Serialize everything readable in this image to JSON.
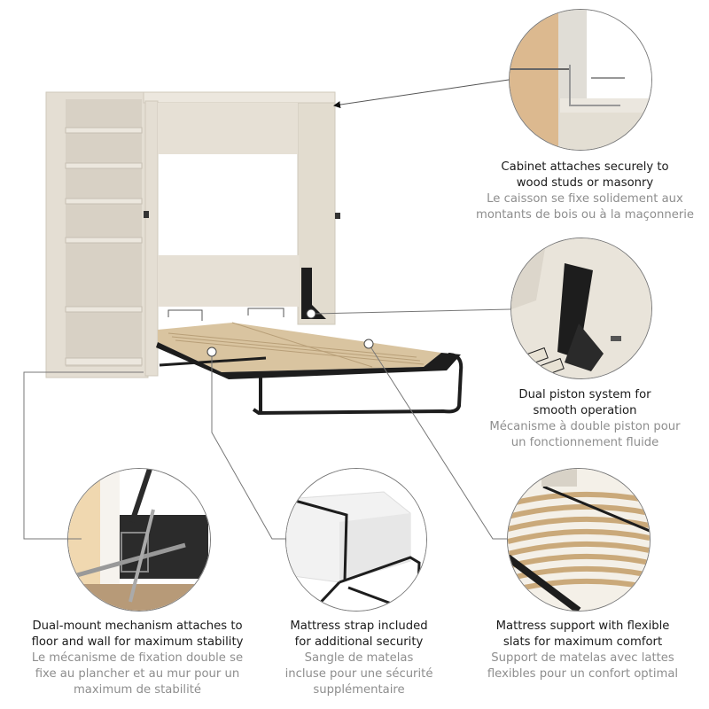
{
  "product": {
    "name": "Murphy bed cabinet with bookcase",
    "finish_color": "#e6e0d6",
    "frame_color": "#1d1d1d",
    "slat_color": "#d9c4a0",
    "leader_line_color": "#6e6e6e"
  },
  "callouts": [
    {
      "id": "cabinet-attach",
      "title_lines": [
        "Cabinet attaches securely to",
        "wood studs or masonry"
      ],
      "subtitle_lines": [
        "Le caisson se fixe solidement aux",
        "montants de bois ou à la maçonnerie"
      ]
    },
    {
      "id": "dual-piston",
      "title_lines": [
        "Dual piston system for",
        "smooth operation"
      ],
      "subtitle_lines": [
        "Mécanisme à double piston pour",
        "un fonctionnement fluide"
      ]
    },
    {
      "id": "dual-mount",
      "title_lines": [
        "Dual-mount mechanism attaches to",
        "floor and wall for maximum stability"
      ],
      "subtitle_lines": [
        "Le mécanisme de fixation double se",
        "fixe au plancher et au mur pour un",
        "maximum de stabilité"
      ]
    },
    {
      "id": "mattress-strap",
      "title_lines": [
        "Mattress strap included",
        "for additional security"
      ],
      "subtitle_lines": [
        "Sangle de matelas",
        "incluse pour une sécurité",
        "supplémentaire"
      ]
    },
    {
      "id": "flexible-slats",
      "title_lines": [
        "Mattress support with flexible",
        "slats for maximum comfort"
      ],
      "subtitle_lines": [
        "Support de matelas avec lattes",
        "flexibles pour un confort optimal"
      ]
    }
  ]
}
